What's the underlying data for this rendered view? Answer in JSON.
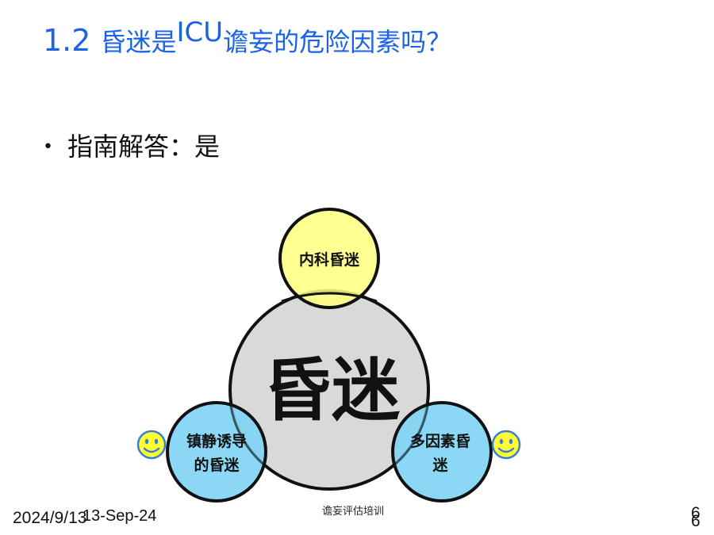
{
  "slide": {
    "title": {
      "number": "1.2",
      "part1": "昏迷是",
      "part2": "ICU",
      "part3": "谵妄的危险因素吗？"
    },
    "bullet": {
      "symbol": "•",
      "text": "指南解答：是"
    }
  },
  "diagram": {
    "center_label": "昏迷",
    "top_label": "内科昏迷",
    "left_label_line1": "镇静诱导",
    "left_label_line2": "的昏迷",
    "right_label_line1": "多因素昏",
    "right_label_line2": "迷",
    "colors": {
      "center_fill": "#d9d9d9",
      "top_fill": "#ffff7f",
      "side_fill": "#7dd3f5",
      "smiley_fill": "#ffff33",
      "outline": "#111111"
    },
    "icons": [
      "smiley-icon",
      "smiley-icon"
    ]
  },
  "footer": {
    "date_overlay1": "2024/9/13",
    "date_overlay2": "13-Sep-24",
    "center_text": "谵妄评估培训",
    "page_overlay1": "6",
    "page_overlay2": "6"
  }
}
